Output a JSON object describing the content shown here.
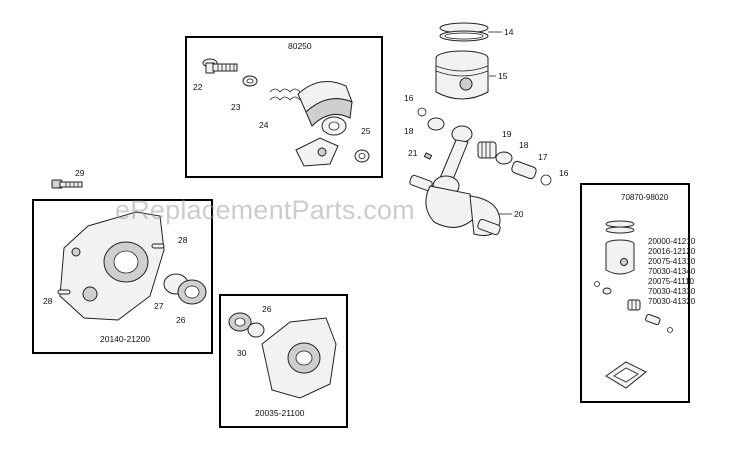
{
  "watermark": "eReplacementParts.com",
  "kits": {
    "clutch_kit": "80250",
    "crankcase_left": "20140-21200",
    "crankcase_right": "20035-21100",
    "overhaul_kit": "70870-98020"
  },
  "overhaul_kit_parts": [
    "20000-41210",
    "20016-12120",
    "20075-41310",
    "70030-41340",
    "20075-41110",
    "70030-41330",
    "70030-41320"
  ],
  "callouts": {
    "c14": "14",
    "c15": "15",
    "c16a": "16",
    "c16b": "16",
    "c17": "17",
    "c18a": "18",
    "c18b": "18",
    "c19": "19",
    "c20": "20",
    "c21": "21",
    "c22": "22",
    "c23": "23",
    "c24": "24",
    "c25": "25",
    "c26a": "26",
    "c26b": "26",
    "c27": "27",
    "c28a": "28",
    "c28b": "28",
    "c29": "29",
    "c30": "30"
  }
}
